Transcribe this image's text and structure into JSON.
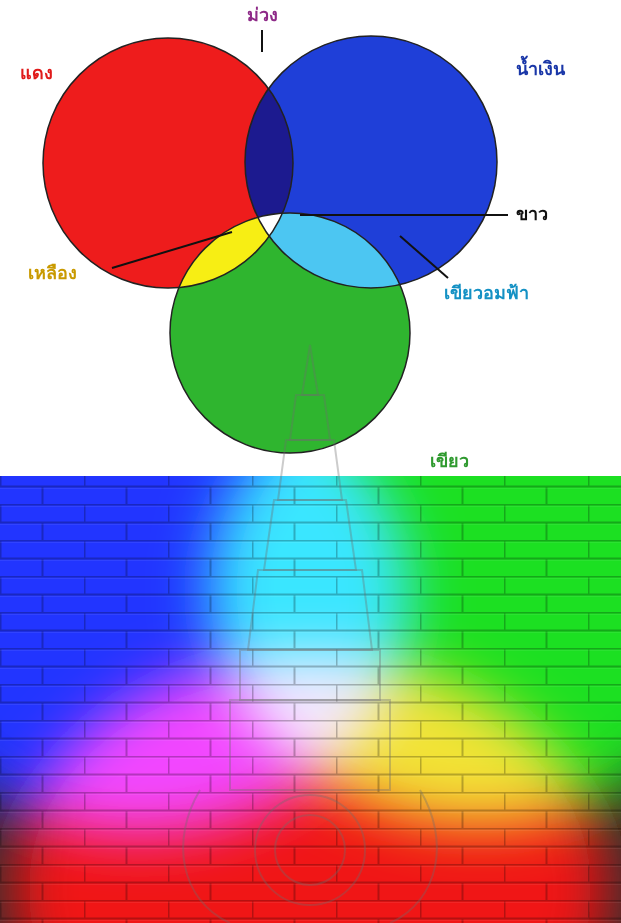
{
  "diagram": {
    "labels": [
      "ม่วง",
      "แดง",
      "น้ำเงิน",
      "ขาว",
      "เหลือง",
      "เขียวอมฟ้า",
      "เขียว"
    ]
  }
}
